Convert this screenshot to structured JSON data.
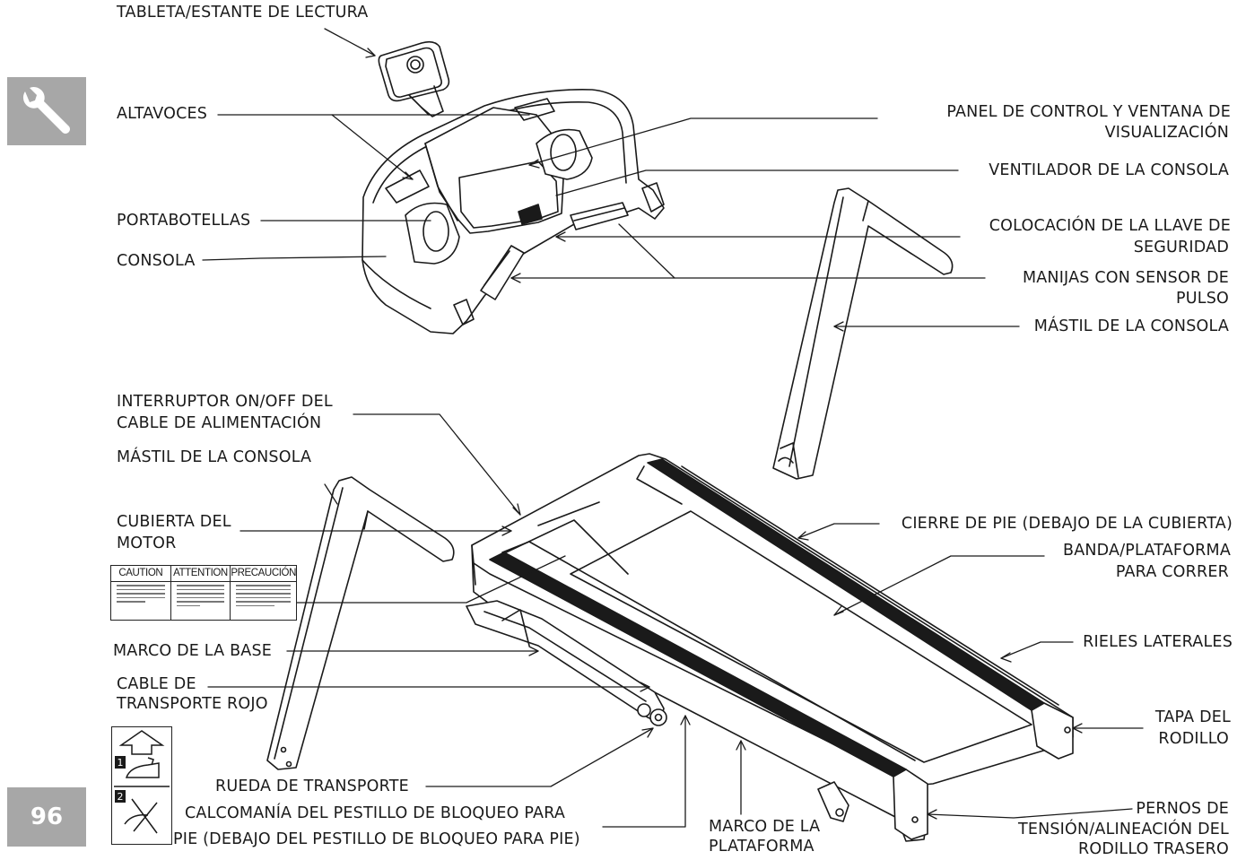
{
  "page_number": "96",
  "labels": {
    "tablet": "TABLETA/ESTANTE DE LECTURA",
    "speakers": "ALTAVOCES",
    "bottle_holder": "PORTABOTELLAS",
    "console": "CONSOLA",
    "control_panel_1": "PANEL DE CONTROL Y VENTANA DE",
    "control_panel_2": "VISUALIZACIÓN",
    "console_fan": "VENTILADOR DE LA CONSOLA",
    "safety_key_1": "COLOCACIÓN DE LA LLAVE DE",
    "safety_key_2": "SEGURIDAD",
    "pulse_grips_1": "MANIJAS CON SENSOR DE",
    "pulse_grips_2": "PULSO",
    "mast_right": "MÁSTIL DE LA CONSOLA",
    "power_switch_1": "INTERRUPTOR ON/OFF DEL",
    "power_switch_2": "CABLE DE ALIMENTACIÓN",
    "mast_left": "MÁSTIL DE LA CONSOLA",
    "motor_cover_1": "CUBIERTA DEL",
    "motor_cover_2": "MOTOR",
    "base_frame": "MARCO DE LA BASE",
    "red_cable_1": "CABLE DE",
    "red_cable_2": "TRANSPORTE ROJO",
    "transport_wheel": "RUEDA DE TRANSPORTE",
    "latch_decal_1": "CALCOMANÍA DEL PESTILLO DE BLOQUEO PARA",
    "latch_decal_2": "PIE (DEBAJO DEL PESTILLO DE BLOQUEO PARA PIE)",
    "deck_frame_1": "MARCO DE LA",
    "deck_frame_2": "PLATAFORMA",
    "foot_latch": "CIERRE DE PIE (DEBAJO DE LA CUBIERTA)",
    "belt_deck_1": "BANDA/PLATAFORMA",
    "belt_deck_2": "PARA CORRER",
    "side_rails": "RIELES LATERALES",
    "roller_cap_1": "TAPA DEL",
    "roller_cap_2": "RODILLO",
    "tension_bolts_1": "PERNOS DE",
    "tension_bolts_2": "TENSIÓN/ALINEACIÓN DEL",
    "tension_bolts_3": "RODILLO TRASERO"
  },
  "warning_decal": {
    "caution": "CAUTION",
    "attention": "ATTENTION",
    "precaucion": "PRECAUCIÓN"
  },
  "latch_decal": {
    "step_1": "1",
    "step_2": "2"
  },
  "icons": {
    "section": "wrench-icon",
    "decal_up": "arrow-up-icon",
    "decal_foot": "foot-press-icon"
  },
  "colors": {
    "tab_gray": "#a7a7a7",
    "line": "#1a1a1a"
  }
}
